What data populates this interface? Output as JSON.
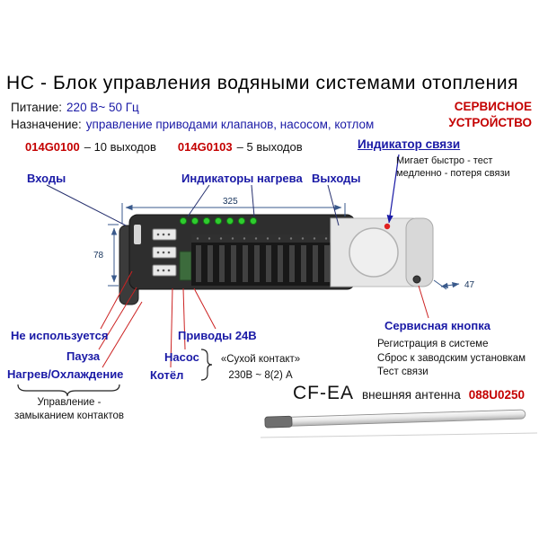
{
  "title": "НС - Блок управления водяными системами отопления",
  "header": {
    "power_label": "Питание:",
    "power_value": "220 В~ 50 Гц",
    "purpose_label": "Назначение:",
    "purpose_value": "управление приводами клапанов, насосом, котлом",
    "service_device_line1": "СЕРВИСНОЕ",
    "service_device_line2": "УСТРОЙСТВО"
  },
  "models": [
    {
      "code": "014G0100",
      "desc": "– 10 выходов"
    },
    {
      "code": "014G0103",
      "desc": "– 5 выходов"
    }
  ],
  "comm_indicator": {
    "label": "Индикатор связи",
    "note_line1": "Мигает быстро - тест",
    "note_line2": "медленно - потеря связи"
  },
  "device_labels": {
    "inputs": "Входы",
    "heating_indicators": "Индикаторы нагрева",
    "outputs": "Выходы"
  },
  "callouts": {
    "not_used": "Не используется",
    "pause": "Пауза",
    "heat_cool": "Нагрев/Охлаждение",
    "contact_control_line1": "Управление -",
    "contact_control_line2": "замыканием контактов",
    "actuators": "Приводы 24В",
    "pump": "Насос",
    "boiler": "Котёл",
    "dry_contact_line1": "«Сухой контакт»",
    "dry_contact_line2": "230В ~ 8(2) А",
    "service_button": "Сервисная кнопка",
    "service_note_line1": "Регистрация в системе",
    "service_note_line2": "Сброс к заводским установкам",
    "service_note_line3": "Тест связи"
  },
  "dimensions": {
    "width_mm": "325",
    "height_mm": "78",
    "depth_mm": "47"
  },
  "antenna": {
    "model": "CF-EA",
    "name": "внешняя антенна",
    "code": "088U0250"
  },
  "colors": {
    "accent_blue": "#1a1aa6",
    "accent_red": "#c40000",
    "led_green": "#2ecc2e",
    "indicator_red": "#e02020",
    "dimension_blue": "#3a5a8c"
  }
}
